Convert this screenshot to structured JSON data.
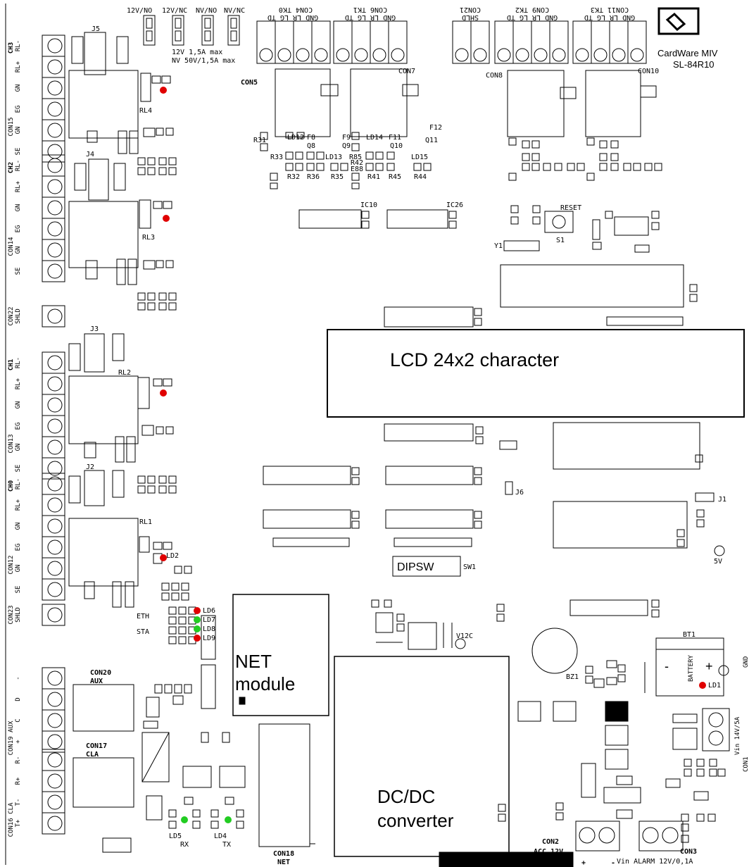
{
  "brand": {
    "line1": "CardWare MIV",
    "line2": "SL-84R10"
  },
  "jumpers_top": {
    "j1": "12V/NO",
    "j2": "12V/NC",
    "j3": "NV/NO",
    "j4": "NV/NC",
    "note1": "12V 1,5A max",
    "note2": "NV 50V/1,5A max"
  },
  "top_connectors": [
    {
      "name": "CON4 TK0",
      "pins": "GND LR LG TD"
    },
    {
      "name": "CON6 TK1",
      "pins": "GND LR LG TD"
    },
    {
      "name": "CON21",
      "pins": "SHLD"
    },
    {
      "name": "CON9 TK2",
      "pins": "GND LR LG TD"
    },
    {
      "name": "CON11 TK3",
      "pins": "GND LR LG TD"
    }
  ],
  "con_labels": {
    "con5": "CON5",
    "con7": "CON7",
    "con8": "CON8",
    "con10": "CON10"
  },
  "left_connectors": [
    {
      "name": "CON15",
      "sub": "CH3",
      "pins": [
        "RL-",
        "RL+",
        "GN",
        "EG",
        "GN",
        "SE"
      ]
    },
    {
      "name": "CON14",
      "sub": "CH2",
      "pins": [
        "RL-",
        "RL+",
        "GN",
        "EG",
        "GN",
        "SE"
      ]
    },
    {
      "name": "CON22",
      "sub": "",
      "pins": [
        "SHLD"
      ]
    },
    {
      "name": "CON13",
      "sub": "CH1",
      "pins": [
        "RL-",
        "RL+",
        "GN",
        "EG",
        "GN",
        "SE"
      ]
    },
    {
      "name": "CON12",
      "sub": "CH0",
      "pins": [
        "RL-",
        "RL+",
        "GN",
        "EG",
        "GN",
        "SE"
      ]
    },
    {
      "name": "CON23",
      "sub": "",
      "pins": [
        "SHLD"
      ]
    },
    {
      "name": "CON19 AUX",
      "sub": "",
      "pins": [
        "-",
        "D",
        "C",
        "+"
      ]
    },
    {
      "name": "CON16 CLA",
      "sub": "",
      "pins": [
        "R-",
        "R+",
        "T-",
        "T+"
      ]
    }
  ],
  "parts": {
    "j5": "J5",
    "j4": "J4",
    "j3": "J3",
    "j2": "J2",
    "rl4": "RL4",
    "rl3": "RL3",
    "rl2": "RL2",
    "rl1": "RL1",
    "ld2": "LD2",
    "ld6": "LD6",
    "ld7": "LD7",
    "ld8": "LD8",
    "ld9": "LD9",
    "eth": "ETH",
    "sta": "STA",
    "con20": "CON20",
    "aux": "AUX",
    "con17": "CON17",
    "cla": "CLA",
    "ld5": "LD5",
    "rx": "RX",
    "ld4": "LD4",
    "tx": "TX",
    "con18": "CON18",
    "net": "NET",
    "ic10": "IC10",
    "ic26": "IC26",
    "reset": "RESET",
    "s1": "S1",
    "y1": "Y1",
    "j6": "J6",
    "j1": "J1",
    "sw1": "SW1",
    "v5": "5V",
    "v12c": "V12C",
    "bt1": "BT1",
    "bz1": "BZ1",
    "gnd": "GND",
    "ld1": "LD1",
    "con1": "CON1",
    "vin": "Vin 14V/5A",
    "con2": "CON2",
    "acc": "ACC 12V",
    "con3": "CON3",
    "alarm": "Vin ALARM 12V/0,1A",
    "plus": "+",
    "minus": "-",
    "battery": "BATTERY",
    "r31": "R31",
    "r33": "R33",
    "r32": "R32",
    "r36": "R36",
    "r35": "R35",
    "r41": "R41",
    "r45": "R45",
    "r44": "R44",
    "ld12": "LD12",
    "f8": "F8",
    "f9": "F9",
    "q8": "Q8",
    "q9": "Q9",
    "ld13": "LD13",
    "ld14": "LD14",
    "f11": "F11",
    "q10": "Q10",
    "q11": "Q11",
    "f12": "F12",
    "ld15": "LD15",
    "r85": "R85",
    "r42": "R42",
    "r88": "E88"
  },
  "blocks": {
    "lcd": "LCD 24x2 character",
    "dipsw": "DIPSW",
    "net1": "NET",
    "net2": "module",
    "dc1": "DC/DC",
    "dc2": "converter"
  },
  "colors": {
    "led_red": "#e00000",
    "led_green": "#22cc22",
    "line": "#000000"
  }
}
